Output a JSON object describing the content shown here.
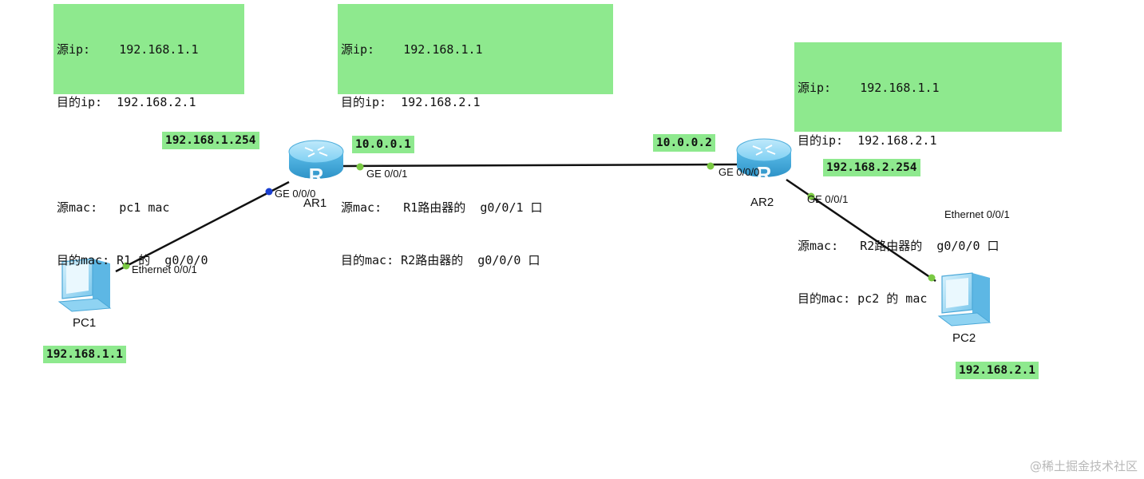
{
  "notes": {
    "pc1_to_r1": {
      "line1": "源ip:    192.168.1.1",
      "line2": "目的ip:  192.168.2.1",
      "line3": "源mac:   pc1 mac",
      "line4": "目的mac: R1 的  g0/0/0"
    },
    "r1_to_r2": {
      "line1": "源ip:    192.168.1.1",
      "line2": "目的ip:  192.168.2.1",
      "line3": "源mac:   R1路由器的  g0/0/1 口",
      "line4": "目的mac: R2路由器的  g0/0/0 口"
    },
    "r2_to_pc2": {
      "line1": "源ip:    192.168.1.1",
      "line2": "目的ip:  192.168.2.1",
      "line3": "源mac:   R2路由器的  g0/0/0 口",
      "line4": "目的mac: pc2 的 mac"
    }
  },
  "ip_labels": {
    "ar1_g0": "192.168.1.254",
    "ar1_g1": "10.0.0.1",
    "ar2_g0": "10.0.0.2",
    "ar2_g1": "192.168.2.254",
    "pc1": "192.168.1.1",
    "pc2": "192.168.2.1"
  },
  "devices": {
    "ar1": "AR1",
    "ar2": "AR2",
    "pc1": "PC1",
    "pc2": "PC2"
  },
  "ports": {
    "ar1_g0": "GE 0/0/0",
    "ar1_g1": "GE 0/0/1",
    "ar2_g0": "GE 0/0/0",
    "ar2_g1": "GE 0/0/1",
    "pc1_eth": "Ethernet 0/0/1",
    "pc2_eth": "Ethernet 0/0/1"
  },
  "colors": {
    "note_bg": "#8ee98e",
    "link": "#111111",
    "port_up": "#7ac943",
    "port_sel": "#1a3fd1",
    "router_body": "#6cc6f0"
  },
  "icons": {
    "router": "router-icon",
    "pc": "pc-icon"
  },
  "watermark": "@稀土掘金技术社区"
}
